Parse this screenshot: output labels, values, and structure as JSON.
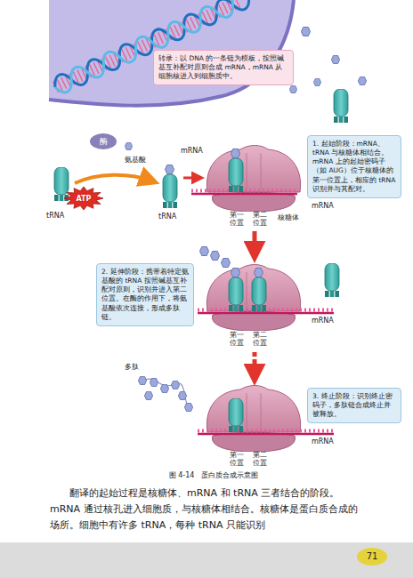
{
  "diagram": {
    "caption": "图 4-14　蛋白质合成示意图",
    "nodes": [
      {
        "text": [
          "转录：以 DNA 的一条链为模板，按照碱基互补配对原则合成 mRNA，mRNA 从细胞核进入到细胞质中。"
        ]
      },
      {
        "text": [
          "酶"
        ]
      },
      {
        "text": [
          "ATP"
        ]
      },
      {
        "text": [
          "1. 起始阶段：mRNA、tRNA 与核糖体相结合。mRNA 上的起始密码子（如 AUG）位于核糖体的第一位置上，相应的 tRNA 识别并与其配对。"
        ]
      },
      {
        "text": [
          "2. 延伸阶段：携带着特定氨基酸的 tRNA 按照碱基互补配对原则，识别并进入第二位置。在酶的作用下，将氨基酸依次连接，形成多肽链。"
        ]
      },
      {
        "text": [
          "3. 终止阶段：识别终止密码子，多肽链合成终止并被释放。"
        ]
      }
    ],
    "labels": [
      "mRNA",
      "氨基酸",
      "tRNA",
      "tRNA",
      "mRNA",
      "第一 位置",
      "第二 位置",
      "核糖体",
      "mRNA",
      "第一 位置",
      "第二 位置",
      "多肽",
      "mRNA",
      "第一 位置",
      "第二 位置",
      "翻译的起始过程是核糖体、mRNA 和 tRNA 三者结合的阶段。mRNA 通过核孔进入细胞质，与核糖体相结合。核糖体是蛋白质合成的场所。细胞中有许多 tRNA，每种 tRNA 只能识别",
      "71"
    ]
  }
}
